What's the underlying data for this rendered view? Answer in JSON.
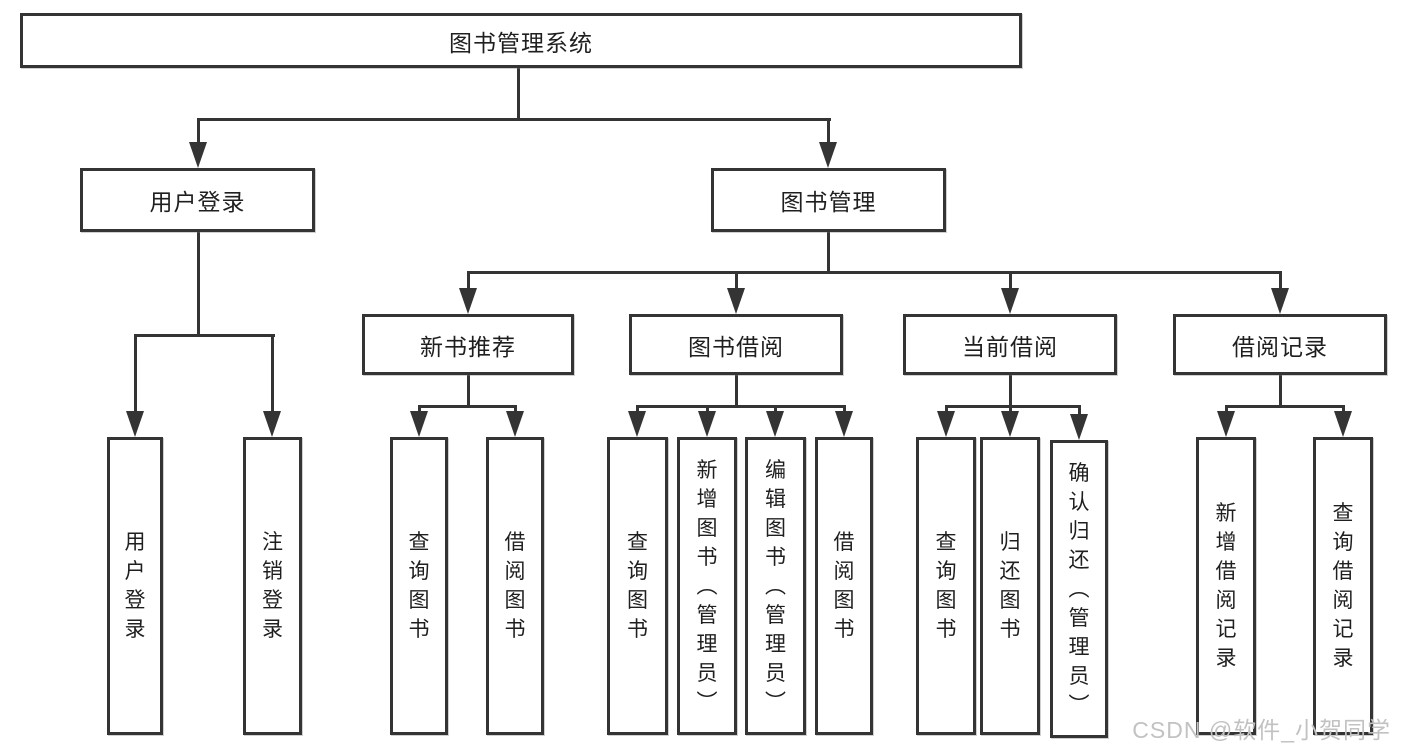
{
  "colors": {
    "line": "#343434",
    "text": "#1f1f1f",
    "watermark": "#c2c2c2"
  },
  "watermark": {
    "text": "CSDN @软件_小贺同学"
  },
  "diagram": {
    "type": "tree",
    "root": {
      "label": "图书管理系统"
    },
    "branches": [
      {
        "label": "用户登录",
        "leaves": [
          {
            "label": "用户登录"
          },
          {
            "label": "注销登录"
          }
        ]
      },
      {
        "label": "图书管理",
        "groups": [
          {
            "label": "新书推荐",
            "leaves": [
              {
                "label": "查询图书"
              },
              {
                "label": "借阅图书"
              }
            ]
          },
          {
            "label": "图书借阅",
            "leaves": [
              {
                "label": "查询图书"
              },
              {
                "label": "新增图书（管理员）"
              },
              {
                "label": "编辑图书（管理员）"
              },
              {
                "label": "借阅图书"
              }
            ]
          },
          {
            "label": "当前借阅",
            "leaves": [
              {
                "label": "查询图书"
              },
              {
                "label": "归还图书"
              },
              {
                "label": "确认归还（管理员）"
              }
            ]
          },
          {
            "label": "借阅记录",
            "leaves": [
              {
                "label": "新增借阅记录"
              },
              {
                "label": "查询借阅记录"
              }
            ]
          }
        ]
      }
    ]
  }
}
